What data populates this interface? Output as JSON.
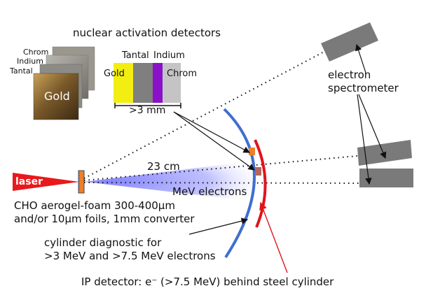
{
  "title": "nuclear activation detectors",
  "foil_stack": {
    "labels": [
      "Chrom",
      "Indium",
      "Tantal",
      "Gold"
    ],
    "front_label": "Gold"
  },
  "strip_stack": {
    "segments": [
      {
        "label": "Gold",
        "color": "#f2ee12"
      },
      {
        "label": "Tantal",
        "color": "#7f7f7f"
      },
      {
        "label": "Indium",
        "color": "#8a11c9"
      },
      {
        "label": "Chrom",
        "color": "#c4c4c4"
      }
    ],
    "thickness_label": ">3 mm"
  },
  "laser_label": "laser",
  "distance_label": "23 cm",
  "beam_label": "MeV electrons",
  "target_description": [
    "CHO aerogel-foam 300-400µm",
    "and/or 10µm foils, 1mm converter"
  ],
  "cylinder_description": [
    "cylinder diagnostic for",
    ">3 MeV and >7.5 MeV electrons"
  ],
  "ip_detector_label": "IP detector: e⁻ (>7.5 MeV) behind steel cylinder",
  "spectrometer_label": [
    "electron",
    "spectrometer"
  ],
  "colors": {
    "laser": "#e8191c",
    "beam": "#7f7fff",
    "cylinder": "#3f6fd0",
    "ip_detector": "#e1141c",
    "spectrometer": "#7a7a7a",
    "detector_a": "#ee7f2a",
    "detector_b": "#b5665a"
  }
}
